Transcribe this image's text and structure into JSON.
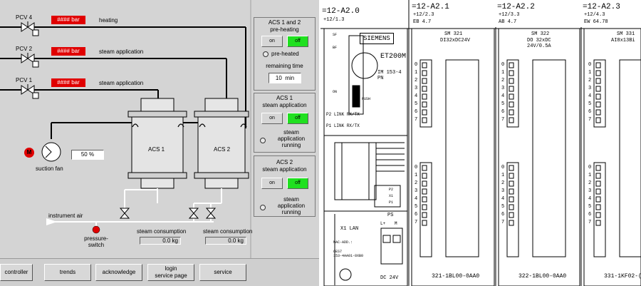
{
  "hmi": {
    "valves": [
      {
        "name": "PCV 4",
        "pressure": "####",
        "unit": "bar",
        "service": "heating"
      },
      {
        "name": "PCV 2",
        "pressure": "####",
        "unit": "bar",
        "service": "steam application"
      },
      {
        "name": "PCV 1",
        "pressure": "####",
        "unit": "bar",
        "service": "steam application"
      }
    ],
    "tanks": [
      {
        "label": "ACS 1",
        "consumption_label": "steam consumption",
        "consumption_value": "0.0 kg"
      },
      {
        "label": "ACS 2",
        "consumption_label": "steam consumption",
        "consumption_value": "0.0 kg"
      }
    ],
    "motor_symbol": "M",
    "fan_label": "suction fan",
    "fan_value": "50",
    "fan_unit": "%",
    "instrument_air_label": "instrument air",
    "pressure_switch_label": "pressure-\nswitch",
    "side_panel": {
      "preheat": {
        "title": "ACS 1 and 2\npre-heating",
        "on_label": "on",
        "off_label": "off",
        "status_label": "pre-heated",
        "remaining_label": "remaining time",
        "remaining_value": "10",
        "remaining_unit": "min"
      },
      "acs1": {
        "title": "ACS 1\nsteam application",
        "on_label": "on",
        "off_label": "off",
        "status_label": "steam\napplication\nrunning"
      },
      "acs2": {
        "title": "ACS 2\nsteam application",
        "on_label": "on",
        "off_label": "off",
        "status_label": "steam\napplication\nrunning"
      }
    },
    "nav": [
      "controller",
      "trends",
      "acknowledge",
      "login\nservice page",
      "service"
    ],
    "colors": {
      "alarm": "#e00000",
      "active": "#20e020",
      "panel_bg": "#d4d4d4"
    }
  },
  "hardware": {
    "slots": [
      {
        "tag": "=12-A2.0",
        "sub": "+12/1.3",
        "addr": ""
      },
      {
        "tag": "=12-A2.1",
        "sub": "+12/2.3",
        "addr": "EB 4.7"
      },
      {
        "tag": "=12-A2.2",
        "sub": "+12/3.3",
        "addr": "AB 4.7"
      },
      {
        "tag": "=12-A2.3",
        "sub": "+12/4.3",
        "addr": "EW 64.78"
      }
    ],
    "head": {
      "brand": "SIEMENS",
      "model": "ET200M",
      "type": "IM 153-4\nPN",
      "push_label": "PUSH",
      "port_labels": [
        "P2",
        "P1"
      ],
      "link_label": "LINK",
      "rxtx_label": "RX/TX",
      "lan_label": "X1 LAN",
      "mac_label": "MAC-ADD.:",
      "order_no": "6ES7\n153-4AA01-0XB0",
      "ps_label": "PS",
      "ps_terminals": [
        "L+",
        "M"
      ],
      "supply": "DC 24V",
      "led_labels": [
        "SF",
        "BF",
        "ON"
      ],
      "x_labels": [
        "P2",
        "X1",
        "P1"
      ]
    },
    "modules": [
      {
        "name": "SM 321",
        "desc": "DI32xDC24V",
        "order": "321-1BL00-0AA0"
      },
      {
        "name": "SM 322",
        "desc": "DO 32xDC\n24V/0.5A",
        "order": "322-1BL00-0AA0"
      },
      {
        "name": "SM 331",
        "desc": "AI8x13Bi",
        "order": "331-1KF02-("
      }
    ],
    "channel_numbers": [
      "0",
      "1",
      "2",
      "3",
      "4",
      "5",
      "6",
      "7"
    ]
  }
}
